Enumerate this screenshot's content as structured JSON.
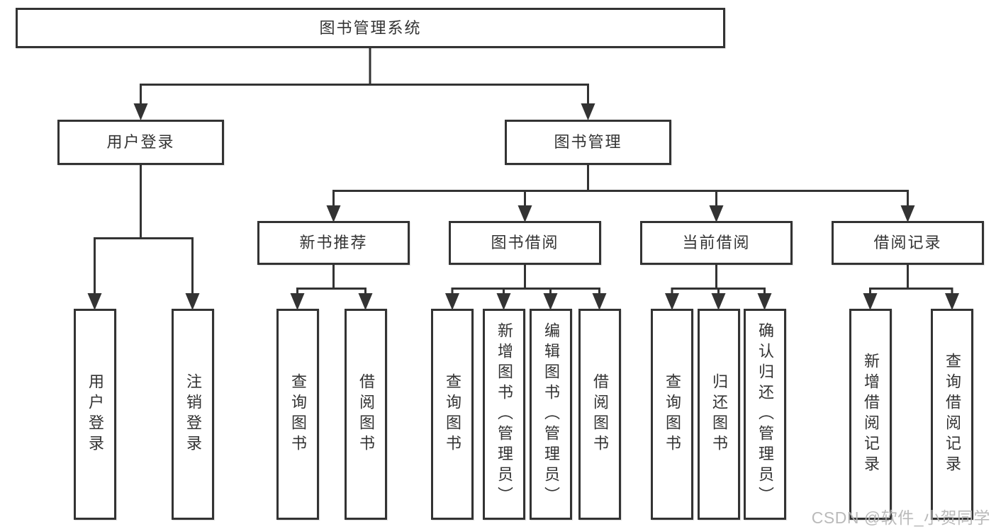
{
  "colors": {
    "line": "#333333",
    "border": "#333333",
    "text": "#333333",
    "watermark": "#b5b5b5",
    "background": "#ffffff"
  },
  "diagram": {
    "type": "tree",
    "root": {
      "label": "图书管理系统",
      "children": [
        {
          "label": "用户登录",
          "children": [
            {
              "label": "用户登录"
            },
            {
              "label": "注销登录"
            }
          ]
        },
        {
          "label": "图书管理",
          "children": [
            {
              "label": "新书推荐",
              "children": [
                {
                  "label": "查询图书"
                },
                {
                  "label": "借阅图书"
                }
              ]
            },
            {
              "label": "图书借阅",
              "children": [
                {
                  "label": "查询图书"
                },
                {
                  "label": "新增图书（管理员）"
                },
                {
                  "label": "编辑图书（管理员）"
                },
                {
                  "label": "借阅图书"
                }
              ]
            },
            {
              "label": "当前借阅",
              "children": [
                {
                  "label": "查询图书"
                },
                {
                  "label": "归还图书"
                },
                {
                  "label": "确认归还（管理员）"
                }
              ]
            },
            {
              "label": "借阅记录",
              "children": [
                {
                  "label": "新增借阅记录"
                },
                {
                  "label": "查询借阅记录"
                }
              ]
            }
          ]
        }
      ]
    }
  },
  "watermark": {
    "text": "CSDN @软件_小贺同学"
  }
}
